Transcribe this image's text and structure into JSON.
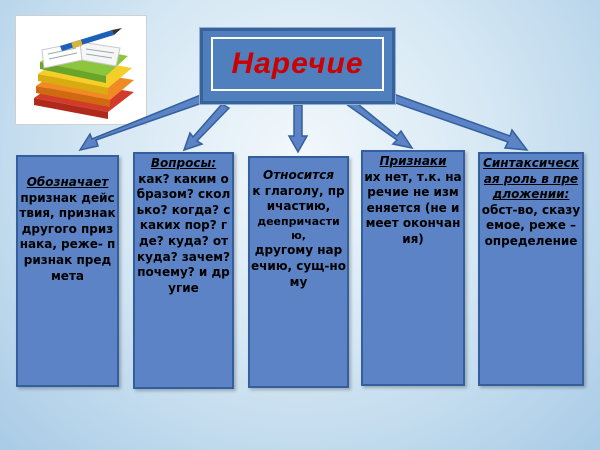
{
  "title": "Наречие",
  "cards": [
    {
      "lead": "Обозначает",
      "body": "признак действия, признак другого признака, реже- признак предмета"
    },
    {
      "lead": "Вопросы:",
      "body": "как? каким образом? сколько? когда? с каких пор? где? куда? откуда? зачем? почему? и другие"
    },
    {
      "lead": "Относится",
      "body1": "к глаголу, причастию,",
      "body2": "деепричастию,",
      "body3": "другому наречию, сущ-ному"
    },
    {
      "lead": "Признаки",
      "body": "их нет, т.к. наречие не изменяется (не имеет окончания)"
    },
    {
      "lead": "Синтаксическая роль в предложении:",
      "body": "обст-во, сказуемое, реже – определение"
    }
  ],
  "colors": {
    "card_fill": "#5b83c5",
    "card_border": "#33609d",
    "title_color": "#cc0000",
    "arrow": "#5b83c5"
  },
  "icons": {
    "illustration": "books-stack-with-pen-icon"
  }
}
